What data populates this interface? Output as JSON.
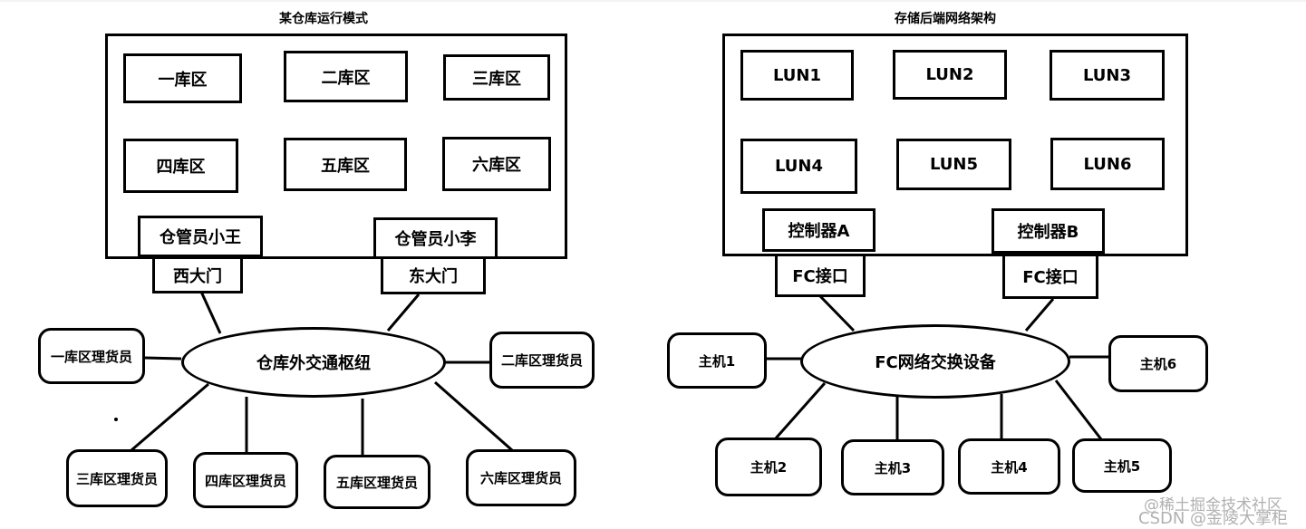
{
  "left": {
    "title": "某仓库运行模式",
    "zones": [
      "一库区",
      "二库区",
      "三库区",
      "四库区",
      "五库区",
      "六库区"
    ],
    "keepers": [
      "仓管员小王",
      "仓管员小李"
    ],
    "gates": [
      "西大门",
      "东大门"
    ],
    "hub": "仓库外交通枢纽",
    "clerks": [
      "一库区理货员",
      "二库区理货员",
      "三库区理货员",
      "四库区理货员",
      "五库区理货员",
      "六库区理货员"
    ]
  },
  "right": {
    "title": "存储后端网络架构",
    "luns": [
      "LUN1",
      "LUN2",
      "LUN3",
      "LUN4",
      "LUN5",
      "LUN6"
    ],
    "controllers": [
      "控制器A",
      "控制器B"
    ],
    "ports": [
      "FC接口",
      "FC接口"
    ],
    "hub": "FC网络交换设备",
    "hosts": [
      "主机1",
      "主机6",
      "主机2",
      "主机3",
      "主机4",
      "主机5"
    ]
  },
  "watermark": {
    "line1": "@稀土掘金技术社区",
    "line2": "CSDN @金陵大掌柜"
  }
}
